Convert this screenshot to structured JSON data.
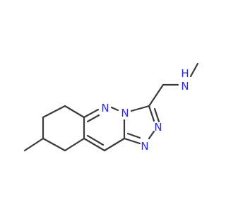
{
  "colors": {
    "bond": "#3a3a3a",
    "nitrogen": "#2a2ae6",
    "background": "#ffffff"
  },
  "atom_labels": {
    "n_ring_junction": "N",
    "n_ring_pyridazine": "N",
    "n_triazole_upper": "N",
    "n_triazole_lower": "N",
    "n_amine": "N",
    "h_amine": "H"
  }
}
